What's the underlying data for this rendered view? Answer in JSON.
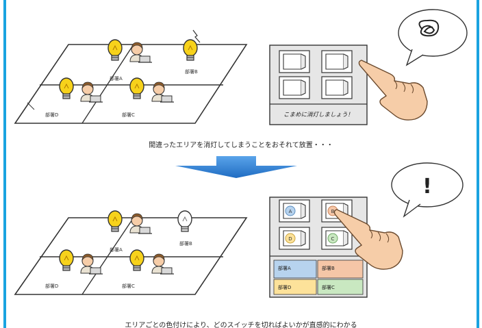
{
  "top": {
    "rooms": [
      "部署A",
      "部署B",
      "部署D",
      "部署C"
    ],
    "panel_caption": "こまめに消灯しましょう！",
    "bubble_symbol": "",
    "caption": "間違ったエリアを消灯してしまうことをおそれて放置・・・"
  },
  "bottom": {
    "rooms": [
      "部署A",
      "部署B",
      "部署D",
      "部署C"
    ],
    "switch_labels": [
      "A",
      "B",
      "D",
      "C"
    ],
    "legend": [
      "部署A",
      "部署B",
      "部署D",
      "部署C"
    ],
    "bubble_symbol": "!",
    "caption": "エリアごとの色付けにより、どのスイッチを切ればよいかが直感的にわかる"
  },
  "colors": {
    "border": "#1aa3e0",
    "arrow": "#2f7fd4",
    "area_a": "#b7d3ee",
    "area_b": "#f5c6a7",
    "area_d": "#fde29a",
    "area_c": "#c9e8c1",
    "bulb_on": "#f7d21b",
    "skin": "#f6cda8"
  },
  "icons": [
    "light-bulb-icon",
    "person-icon",
    "hand-pointer-icon",
    "spark-icon",
    "scribble-icon"
  ]
}
